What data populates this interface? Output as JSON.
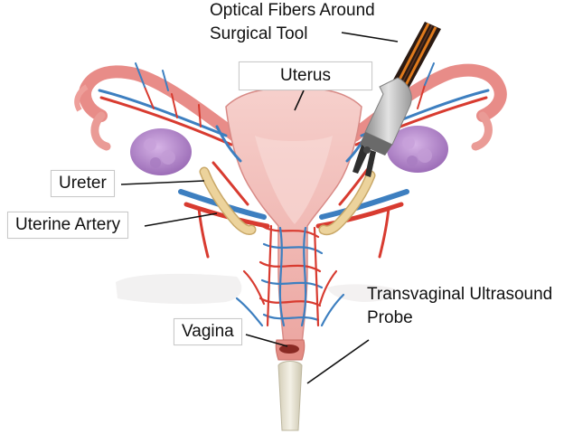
{
  "labels": {
    "optical_fibers_line1": "Optical Fibers Around",
    "optical_fibers_line2": "Surgical Tool",
    "uterus": "Uterus",
    "ureter": "Ureter",
    "uterine_artery": "Uterine Artery",
    "vagina": "Vagina",
    "probe_line1": "Transvaginal Ultrasound",
    "probe_line2": "Probe"
  },
  "colors": {
    "uterus_tissue": "#f1b7b4",
    "artery": "#d83b30",
    "vein": "#3d7fc0",
    "ovary": "#b88ad0",
    "ureter": "#e9cf95",
    "probe": "#e8e3d2",
    "tool_body": "#c8c8c8",
    "fiber_orange": "#e07a1c",
    "fiber_dark": "#2b1a12"
  }
}
